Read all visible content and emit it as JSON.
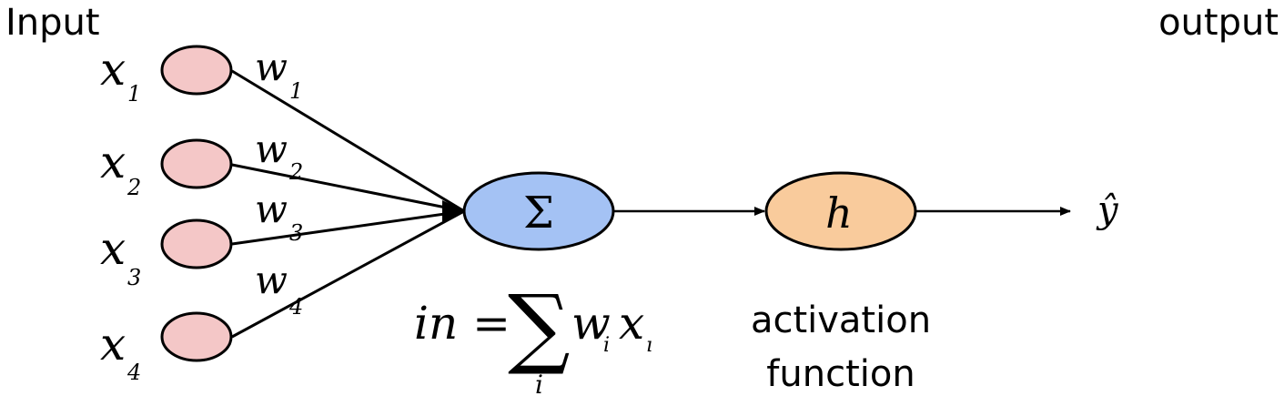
{
  "labels": {
    "input": "Input",
    "output": "output",
    "activation_line1": "activation",
    "activation_line2": "function"
  },
  "inputs": [
    {
      "symbol": "x",
      "index": "1",
      "weight": "w",
      "weight_index": "1"
    },
    {
      "symbol": "x",
      "index": "2",
      "weight": "w",
      "weight_index": "2"
    },
    {
      "symbol": "x",
      "index": "3",
      "weight": "w",
      "weight_index": "3"
    },
    {
      "symbol": "x",
      "index": "4",
      "weight": "w",
      "weight_index": "4"
    }
  ],
  "summation": {
    "symbol": "Σ"
  },
  "activation": {
    "symbol": "h"
  },
  "output": {
    "symbol": "ŷ"
  },
  "formula": {
    "lhs": "in =",
    "sigma": "∑",
    "term_w": "w",
    "sub_i_w": "i",
    "term_x": "x",
    "sub_i_x": "ı",
    "under": "i"
  },
  "colors": {
    "input_node": "#f4c7c7",
    "sum_node": "#a4c2f4",
    "activation_node": "#f9cb9c",
    "stroke": "#000000"
  }
}
